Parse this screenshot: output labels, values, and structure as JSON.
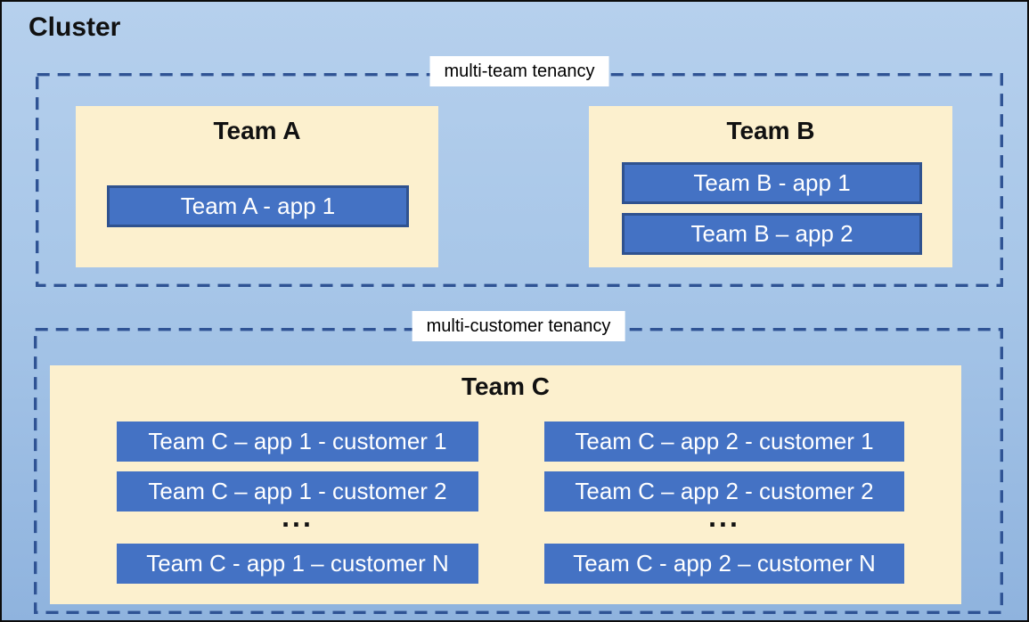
{
  "cluster": {
    "title": "Cluster"
  },
  "regions": [
    {
      "label": "multi-team tenancy",
      "teams": [
        {
          "name": "Team A",
          "apps": [
            "Team A - app 1"
          ]
        },
        {
          "name": "Team B",
          "apps": [
            "Team B - app 1",
            "Team B – app 2"
          ]
        }
      ]
    },
    {
      "label": "multi-customer tenancy",
      "teams": [
        {
          "name": "Team C",
          "columns": [
            {
              "rows": [
                "Team C – app 1 - customer 1",
                "Team C – app 1 - customer 2"
              ],
              "ellipsis": "...",
              "last_row": "Team C - app 1 – customer N"
            },
            {
              "rows": [
                "Team C – app 2 - customer 1",
                "Team C – app 2 - customer 2"
              ],
              "ellipsis": "...",
              "last_row": "Team C - app 2 – customer N"
            }
          ]
        }
      ]
    }
  ],
  "colors": {
    "app_fill": "#4472C4",
    "app_border": "#2F528F",
    "team_fill": "#FCF0CE",
    "dashed_border": "#2F5394",
    "cluster_bg_top": "#B6D0ED",
    "cluster_bg_bottom": "#8FB3DE",
    "outer_border": "#0C0C0C",
    "label_bg": "#FFFFFF",
    "app_text": "#FFFFFF",
    "title_text": "#111111"
  }
}
